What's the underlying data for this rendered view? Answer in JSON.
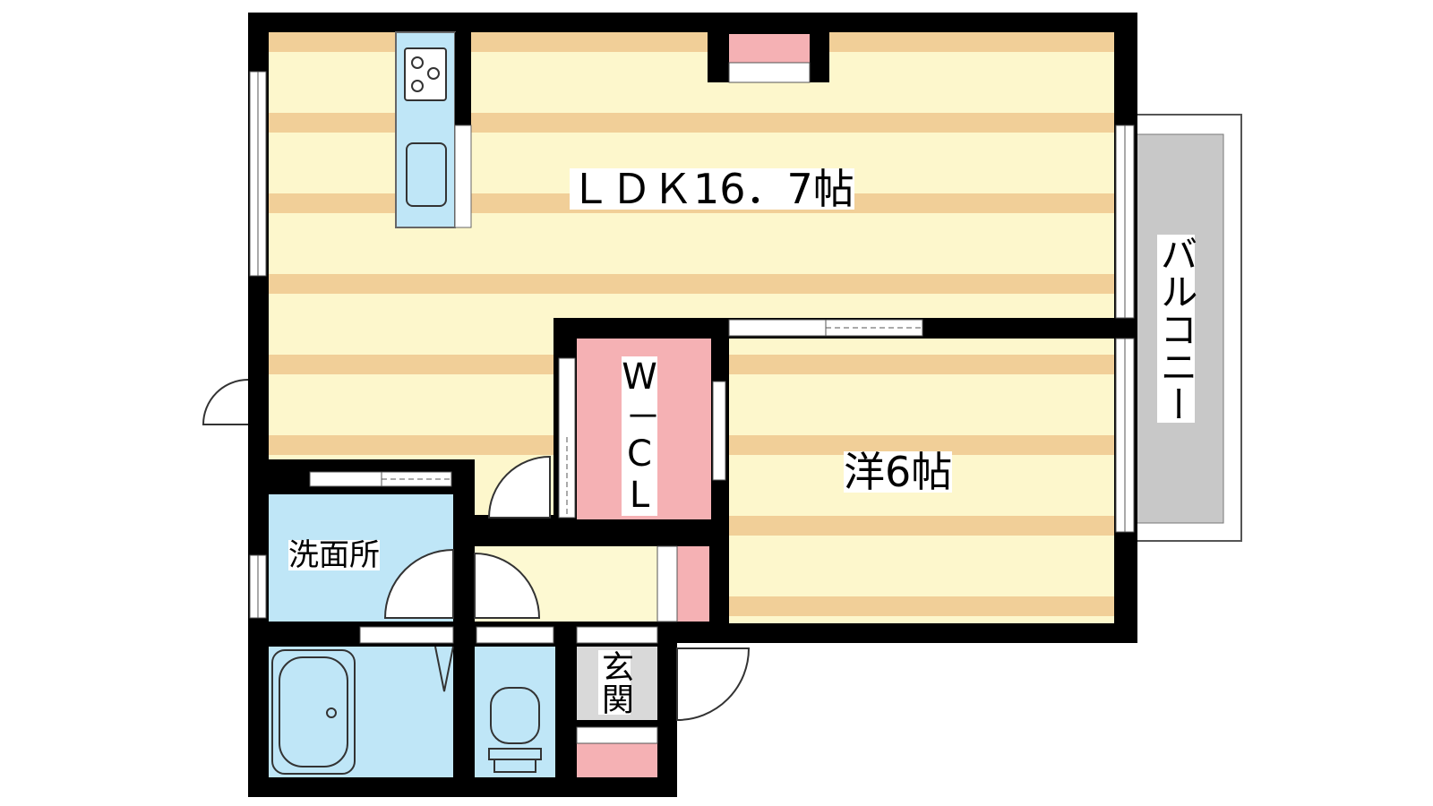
{
  "rooms": {
    "ldk": "ＬＤＫ16．7帖",
    "western": "洋6帖",
    "wic": "W－CL",
    "washroom": "洗面所",
    "entrance": "玄関",
    "balcony": "バルコニー"
  },
  "colors": {
    "wall": "#000000",
    "floor_stripe_light": "#fdf7cc",
    "floor_stripe_dark": "#f1cf98",
    "closet_pink": "#f5b1b4",
    "water_blue": "#bfe6f7",
    "balcony_gray": "#c8c8c8",
    "entrance_gray": "#d9d9d9",
    "hall_yellow": "#fdf9d2"
  }
}
